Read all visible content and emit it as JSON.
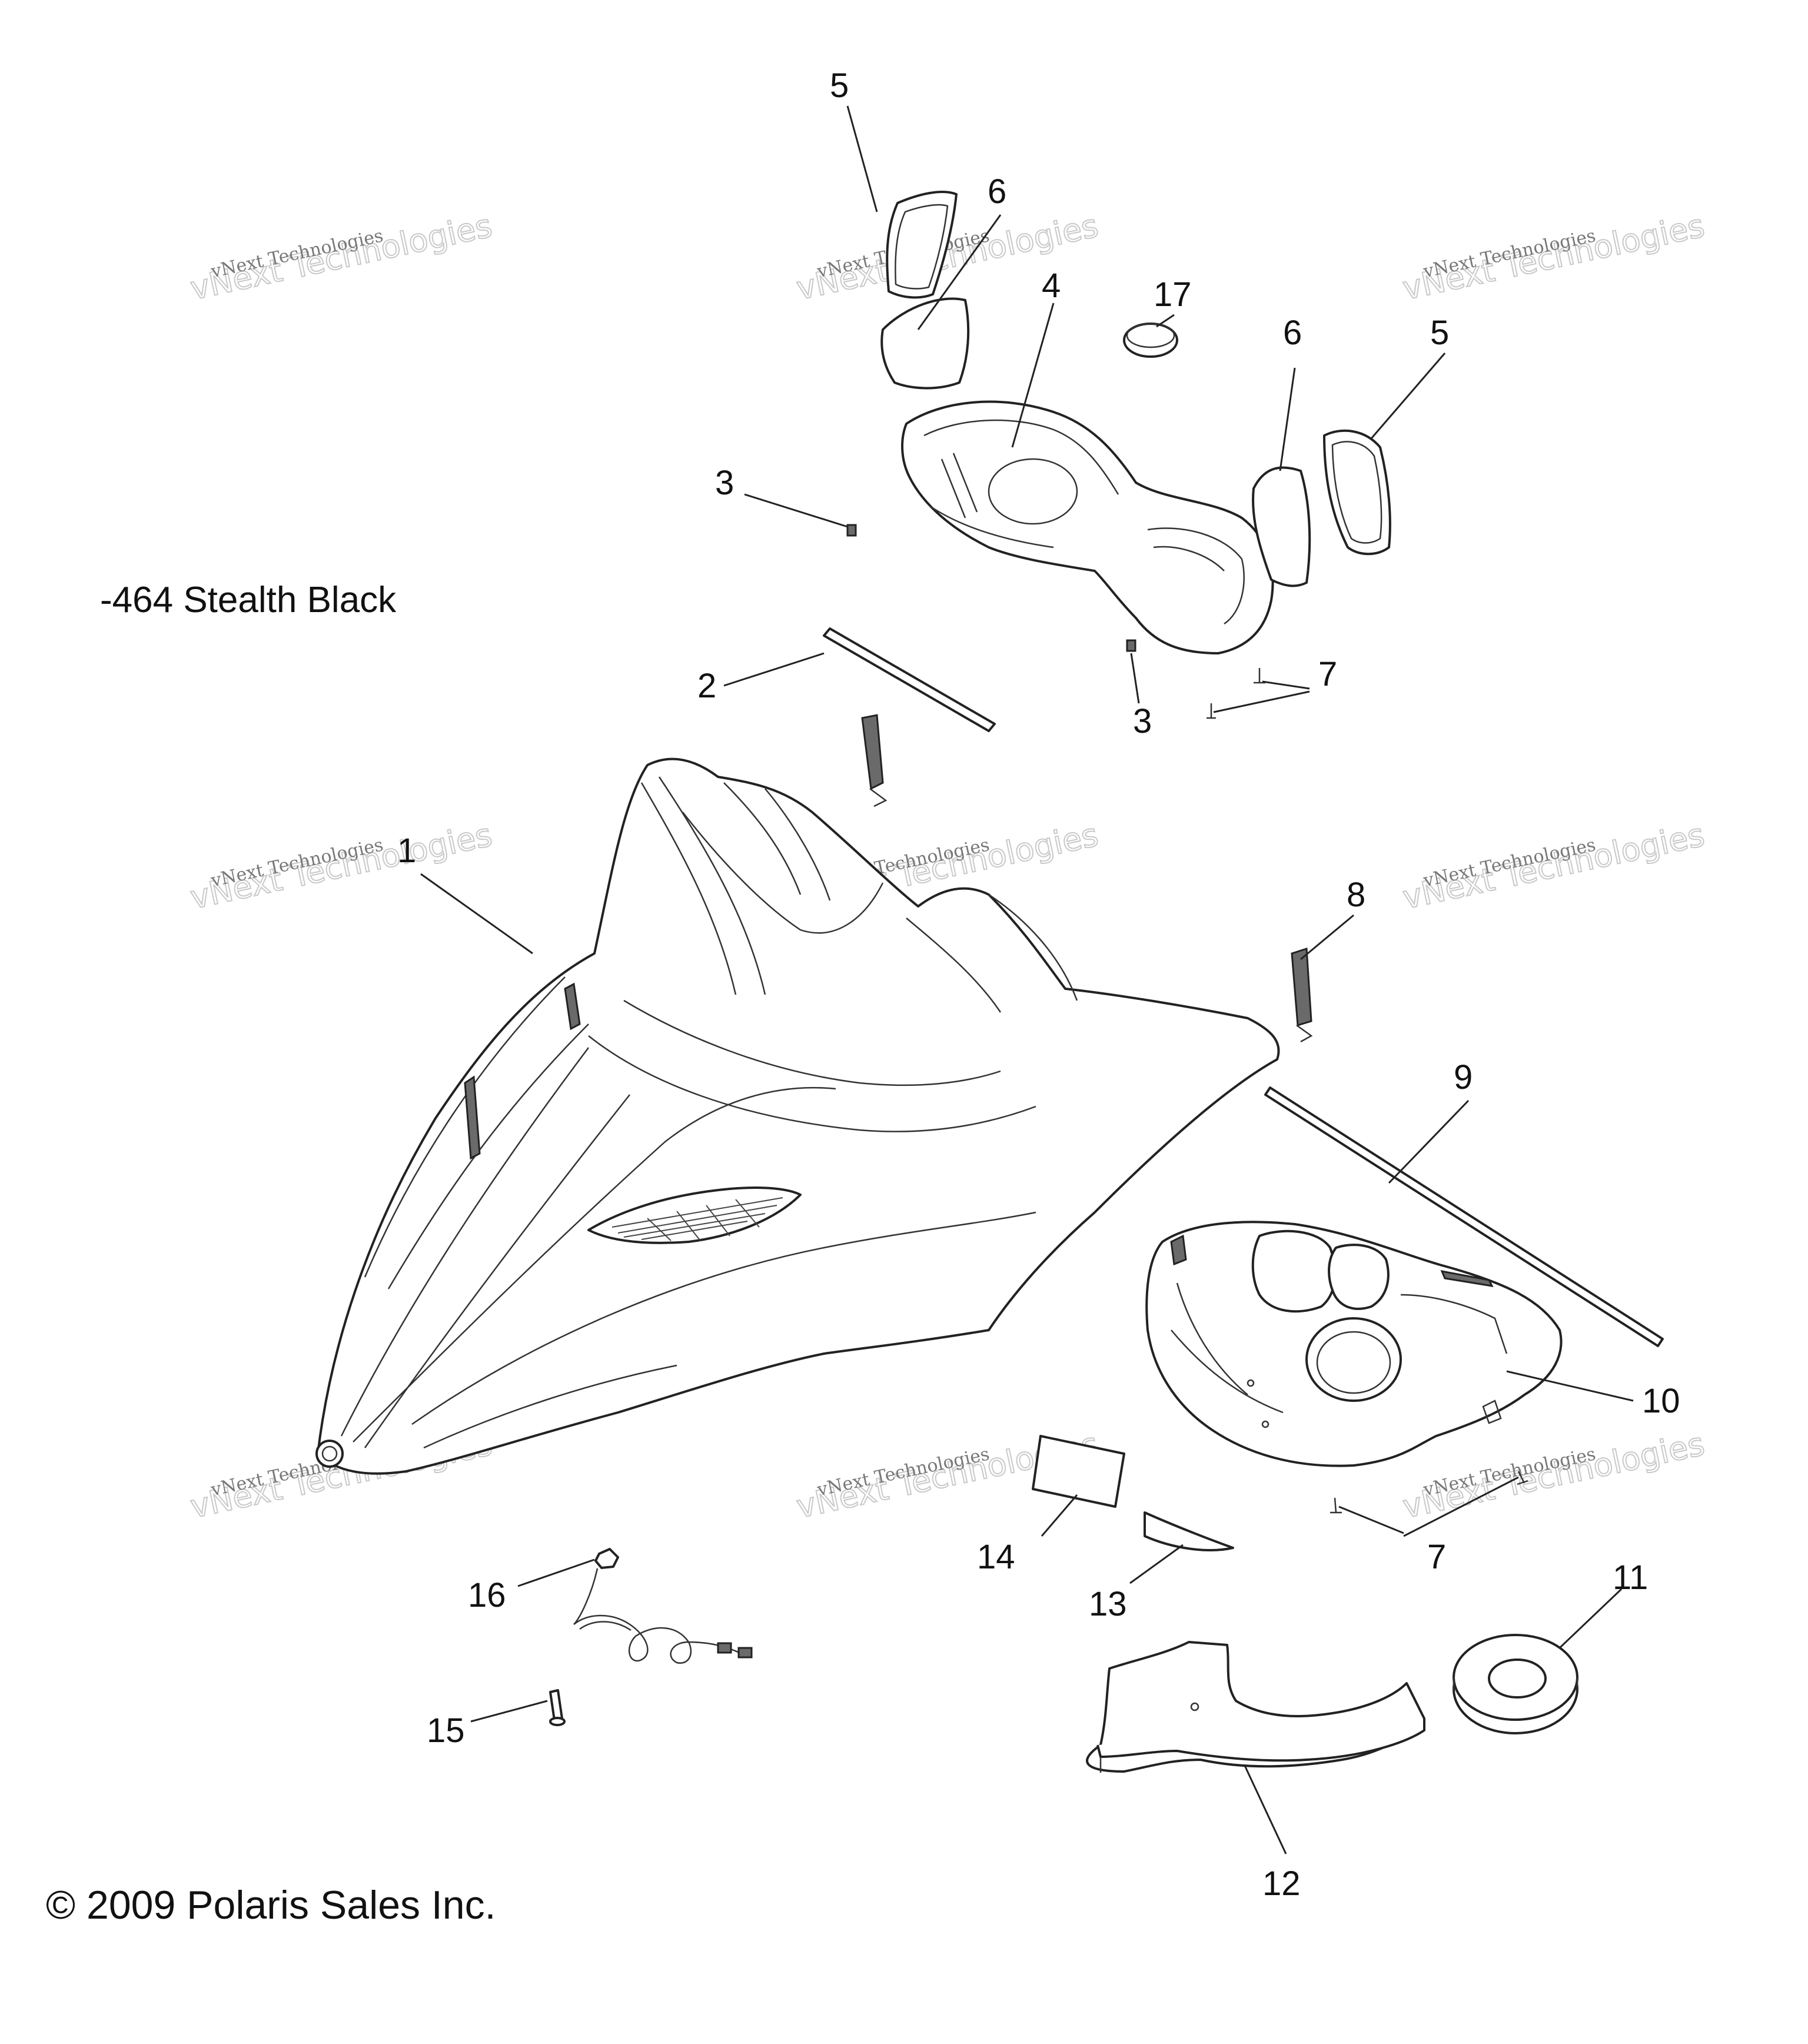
{
  "caption": "-464  Stealth Black",
  "copyright": "© 2009 Polaris Sales Inc.",
  "watermark": {
    "line1": "vNext Technologies",
    "line2": "vNext Technologies"
  },
  "callouts": {
    "c1": "1",
    "c2": "2",
    "c3a": "3",
    "c3b": "3",
    "c4": "4",
    "c5a": "5",
    "c5b": "5",
    "c6a": "6",
    "c6b": "6",
    "c7a": "7",
    "c7b": "7",
    "c8": "8",
    "c9": "9",
    "c10": "10",
    "c11": "11",
    "c12": "12",
    "c13": "13",
    "c14": "14",
    "c15": "15",
    "c16": "16",
    "c17": "17"
  },
  "icons": {
    "copyright_symbol": "copyright-icon"
  }
}
